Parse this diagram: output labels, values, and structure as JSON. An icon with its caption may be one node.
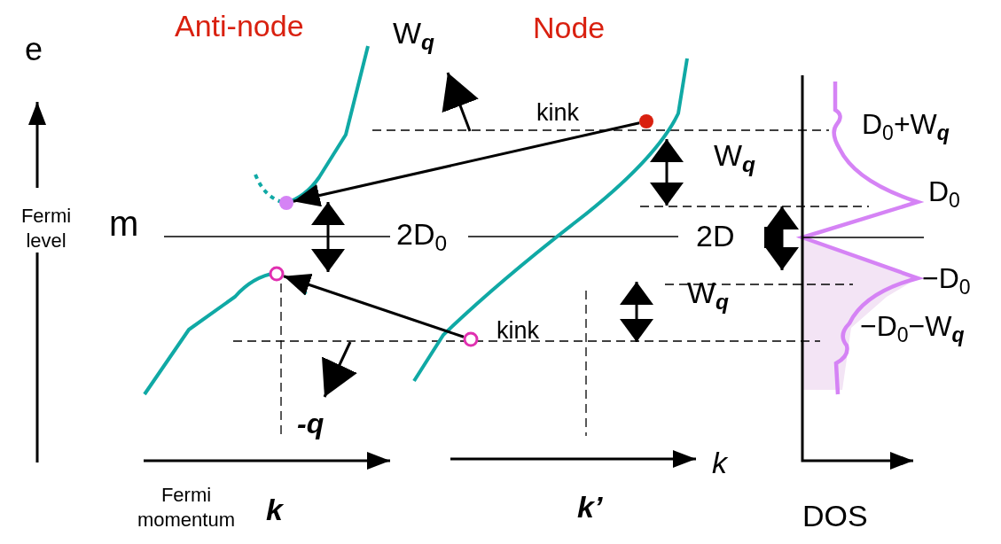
{
  "diagram": {
    "nodes": [
      {
        "text": [],
        "shape": "circle"
      },
      {
        "text": [],
        "shape": "circle"
      },
      {
        "text": [],
        "shape": "circle"
      },
      {
        "text": [],
        "shape": "circle"
      }
    ],
    "edges": [
      {
        "from": 0,
        "to": 1,
        "arrow": "to"
      },
      {
        "from": 3,
        "to": 2,
        "arrow": "to"
      }
    ],
    "labels": [
      "Anti-node",
      "Node",
      "e",
      "W$_{q}$",
      "kink",
      "D$_{0}$+W$_{q}$",
      "W$_{q}$",
      "D$_{0}$",
      "m",
      "Fermi level",
      "2D$_{0}$",
      "2D",
      "−D$_{0}$",
      "W$_{q}$",
      "kink",
      "−D$_{0}$−W$_{q}$",
      "-q",
      "k",
      "Fermi momentum",
      "k",
      "k’",
      "DOS"
    ]
  }
}
